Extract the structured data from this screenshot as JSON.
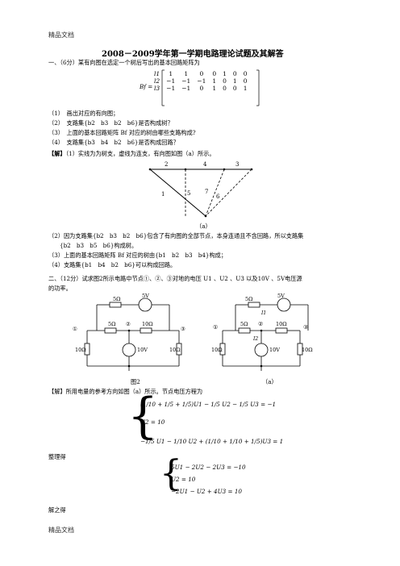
{
  "header": {
    "top": "精品文档",
    "bottom": "精品文档"
  },
  "title": "2008－2009学年第一学期电路理论试题及其解答",
  "q1": {
    "intro": "一、（6分）某有向图在选定一个树后写出的基本回路矩阵为",
    "matrix_label": "Bf =",
    "rows": [
      {
        "label": "l1",
        "vals": [
          "1",
          "1",
          "0",
          "0",
          "1",
          "0",
          "0"
        ]
      },
      {
        "label": "l2",
        "vals": [
          "−1",
          "−1",
          "−1",
          "1",
          "0",
          "1",
          "0"
        ]
      },
      {
        "label": "l3",
        "vals": [
          "−1",
          "−1",
          "0",
          "1",
          "0",
          "0",
          "1"
        ]
      }
    ],
    "items": [
      "（1）　画出对应的有向图；",
      "（2）　支路集{b2　b3　b2　b6}是否构成树？",
      "（3）　上面的基本回路矩阵 Bf 对应的树由哪些支路构成?",
      "（4）　支路集{b3　b4　b2　b6}是否构成回路？"
    ],
    "answer_head": "【解】",
    "answer_1": "（1）实线为为树支，虚线为连支，有向图如图（a）所示。",
    "fig_caption": "（a）",
    "answer_2": "（2）因为支路集{b2　b3　b2　b6}包含了有向图的全部节点，本身连通且不含回路，所以支路集",
    "answer_2b": "{b2　b3　b5　b6}构成树。",
    "answer_3": "（3）上面的基本回路矩阵 Bf 对应的树由{b1　b2　b3　b4}构成；",
    "answer_4": "（4）支路集{b1　b4　b2　b6}可以构成回路。"
  },
  "q2": {
    "intro": "二、（12分）试求图2所示电路中节点①、②、③对地的电压 U1 、U2 、U3 以及10V 、5V电压源",
    "intro2": "的功率。",
    "fig2_caption": "图2",
    "figa_caption": "（a）",
    "answer": "【解】所用电量的参考方向如图（a）所示。节点电压方程为",
    "eq1": "(1/10 + 1/5 + 1/5)U1 − 1/5 U2 − 1/5 U3 = −1",
    "eq2": "U2 = 10",
    "eq3": "−1/5 U1 − 1/10 U2 + (1/10 + 1/10 + 1/5)U3 = 1",
    "tidy": "整理得",
    "s1": "5U1 − 2U2 − 2U3 = −10",
    "s2": "U2 = 10",
    "s3": "−2U1 − U2 + 4U3 = 10",
    "solve": "解之得"
  },
  "circuit": {
    "r5": "5Ω",
    "r10": "10Ω",
    "v5": "5V",
    "v10": "10V",
    "n1": "①",
    "n2": "②",
    "n3": "③",
    "i1": "I1",
    "i2": "I2"
  },
  "graph": {
    "labels": [
      "1",
      "2",
      "3",
      "4",
      "5",
      "6",
      "7"
    ]
  }
}
